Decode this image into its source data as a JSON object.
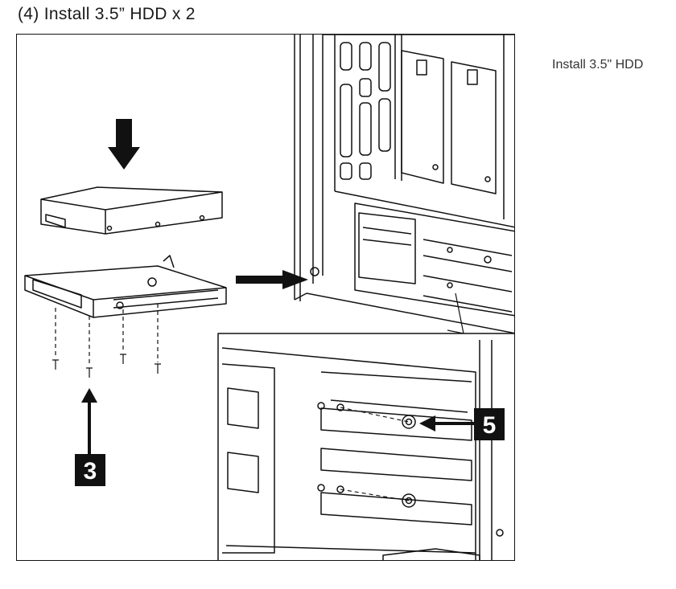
{
  "header": {
    "title": "(4) Install 3.5” HDD x 2"
  },
  "side_caption": "Install 3.5\" HDD",
  "steps": {
    "step_a": "3",
    "step_b": "5"
  }
}
